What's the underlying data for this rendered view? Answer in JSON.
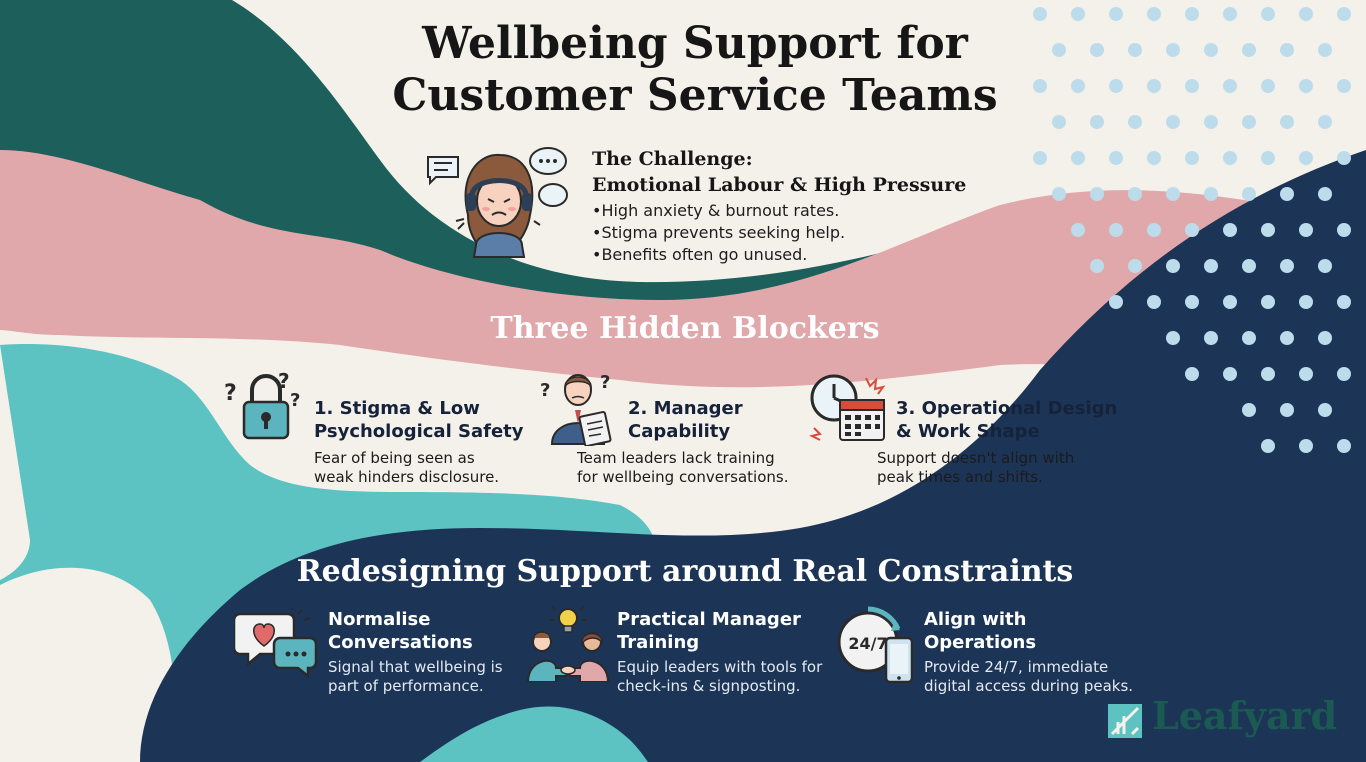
{
  "title": {
    "line1": "Wellbeing Support for",
    "line2": "Customer Service Teams"
  },
  "challenge": {
    "heading_line1": "The Challenge:",
    "heading_line2": "Emotional Labour & High Pressure",
    "bullets": [
      "High anxiety & burnout rates.",
      "Stigma prevents seeking help.",
      "Benefits often go unused."
    ]
  },
  "blockers": {
    "title": "Three Hidden Blockers",
    "items": [
      {
        "heading_line1": "1. Stigma & Low",
        "heading_line2": "Psychological Safety",
        "text_line1": "Fear of being seen as",
        "text_line2": "weak hinders disclosure.",
        "icon": "padlock-question-icon"
      },
      {
        "heading_line1": "2. Manager",
        "heading_line2": "Capability",
        "text_line1": "Team leaders lack training",
        "text_line2": "for wellbeing conversations.",
        "icon": "confused-manager-icon"
      },
      {
        "heading_line1": "3. Operational Design",
        "heading_line2": "& Work Shape",
        "text_line1": "Support doesn't align with",
        "text_line2": "peak times and shifts.",
        "icon": "clock-calendar-icon"
      }
    ]
  },
  "redesign": {
    "title": "Redesigning Support around Real Constraints",
    "items": [
      {
        "heading_line1": "Normalise",
        "heading_line2": "Conversations",
        "text_line1": "Signal that wellbeing is",
        "text_line2": "part of performance.",
        "icon": "heart-speech-icon"
      },
      {
        "heading_line1": "Practical Manager",
        "heading_line2": "Training",
        "text_line1": "Equip leaders with tools for",
        "text_line2": "check-ins & signposting.",
        "icon": "handshake-lightbulb-icon"
      },
      {
        "heading_line1": "Align with",
        "heading_line2": "Operations",
        "text_line1": "Provide 24/7, immediate",
        "text_line2": "digital access during peaks.",
        "icon": "24-7-phone-icon"
      }
    ],
    "clock_label": "24/7"
  },
  "brand": {
    "name": "Leafyard",
    "icon": "leaf-logo-icon"
  },
  "colors": {
    "background": "#f4f1ea",
    "dark_teal": "#1d5f5b",
    "pink": "#e0a8ab",
    "light_teal": "#5cc3c2",
    "navy": "#1c3557",
    "dots": "#bcdcec",
    "brand": "#1a5a52"
  }
}
